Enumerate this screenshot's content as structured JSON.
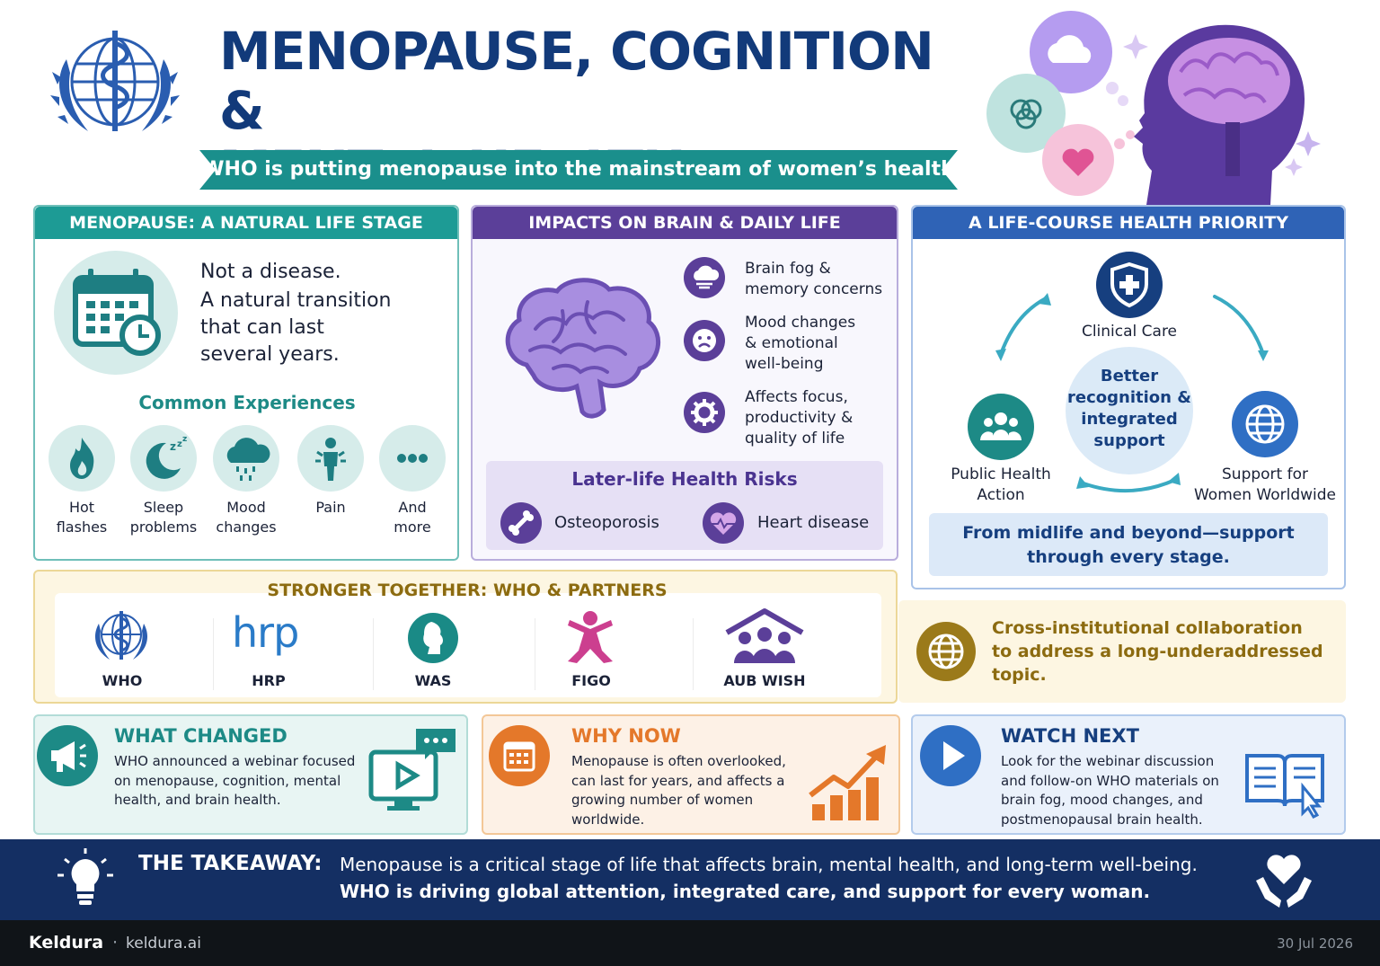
{
  "header": {
    "title_line1": "MENOPAUSE, COGNITION &",
    "title_line2": "MENTAL HEALTH",
    "banner": "WHO is putting menopause into the mainstream of women’s health",
    "logo_icon": "who-emblem-icon"
  },
  "natural": {
    "heading": "MENOPAUSE: A NATURAL LIFE STAGE",
    "line1": "Not a disease.",
    "line2": "A natural transition",
    "line3": "that can last",
    "line4": "several years.",
    "experiences_title": "Common Experiences",
    "experiences": [
      {
        "l1": "Hot",
        "l2": "flashes",
        "icon": "flame-icon"
      },
      {
        "l1": "Sleep",
        "l2": "problems",
        "icon": "moon-icon"
      },
      {
        "l1": "Mood",
        "l2": "changes",
        "icon": "rain-cloud-icon"
      },
      {
        "l1": "Pain",
        "l2": "",
        "icon": "body-pain-icon"
      },
      {
        "l1": "And",
        "l2": "more",
        "icon": "more-icon"
      }
    ]
  },
  "impacts": {
    "heading": "IMPACTS ON BRAIN & DAILY LIFE",
    "items": [
      {
        "l1": "Brain fog &",
        "l2": "memory concerns",
        "l3": "",
        "icon": "fog-cloud-icon"
      },
      {
        "l1": "Mood changes",
        "l2": "& emotional",
        "l3": "well-being",
        "icon": "sad-face-icon"
      },
      {
        "l1": "Affects focus,",
        "l2": "productivity &",
        "l3": "quality of life",
        "icon": "gear-icon"
      }
    ],
    "risks_title": "Later-life Health Risks",
    "risk1": "Osteoporosis",
    "risk2": "Heart disease"
  },
  "life": {
    "heading": "A LIFE-COURSE HEALTH PRIORITY",
    "clinical": "Clinical Care",
    "center_l1": "Better",
    "center_l2": "recognition &",
    "center_l3": "integrated",
    "center_l4": "support",
    "public_l1": "Public Health",
    "public_l2": "Action",
    "support_l1": "Support for",
    "support_l2": "Women Worldwide",
    "footer_l1": "From midlife and beyond—support",
    "footer_l2": "through every stage."
  },
  "partners": {
    "title": "STRONGER TOGETHER: WHO & PARTNERS",
    "items": [
      {
        "label": "WHO",
        "icon": "who-emblem-icon"
      },
      {
        "label": "HRP",
        "icon": "hrp-logo"
      },
      {
        "label": "WAS",
        "icon": "was-logo"
      },
      {
        "label": "FIGO",
        "icon": "figo-logo"
      },
      {
        "label": "AUB WISH",
        "icon": "aub-wish-logo"
      }
    ],
    "hrp_wordmark": "hrp",
    "collab_l1": "Cross-institutional collaboration",
    "collab_l2": "to address a long-underaddressed",
    "collab_l3": "topic."
  },
  "cards": {
    "changed_title": "WHAT CHANGED",
    "changed_l1": "WHO announced a webinar focused",
    "changed_l2": "on menopause, cognition, mental",
    "changed_l3": "health, and brain health.",
    "why_title": "WHY NOW",
    "why_l1": "Menopause is often overlooked,",
    "why_l2": "can last for years, and affects a",
    "why_l3": "growing number of women",
    "why_l4": "worldwide.",
    "watch_title": "WATCH NEXT",
    "watch_l1": "Look for the webinar discussion",
    "watch_l2": "and follow-on WHO materials on",
    "watch_l3": "brain fog, mood changes, and",
    "watch_l4": "postmenopausal brain health."
  },
  "takeaway": {
    "label": "THE TAKEAWAY:",
    "line1": "Menopause is a critical stage of life that affects brain, mental health, and long-term well-being.",
    "line2": "WHO is driving global attention, integrated care, and support for every woman."
  },
  "footer": {
    "brand": "Keldura",
    "separator": "·",
    "domain": "keldura.ai",
    "date": "30 Jul 2026"
  },
  "colors": {
    "navy": "#123a7a",
    "teal": "#1d9b95",
    "purple": "#5b3f99",
    "blue": "#2f63b6",
    "gold": "#8c6b10",
    "orange": "#e4782a"
  }
}
